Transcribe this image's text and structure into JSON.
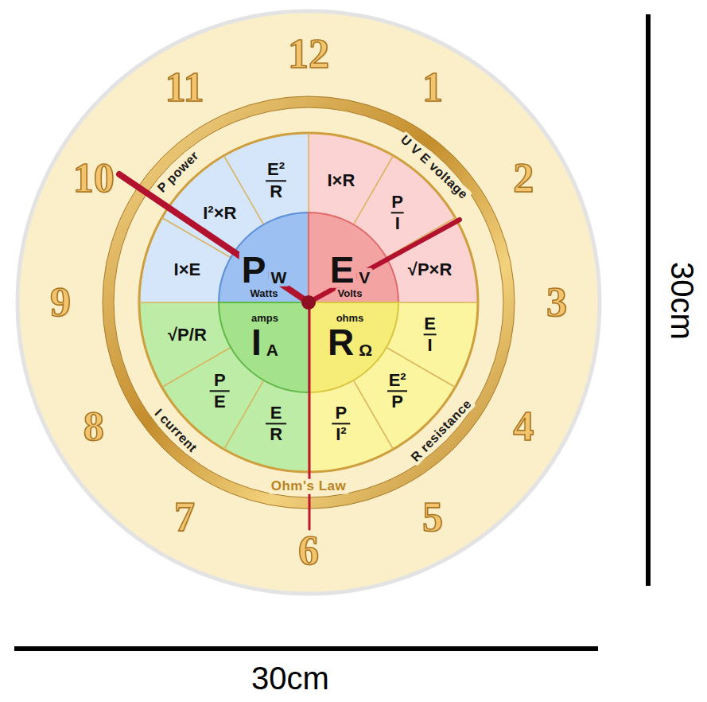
{
  "diagram": {
    "nodes": [
      {
        "text": [
          "E²",
          "R"
        ]
      },
      {
        "text": [
          "I×R"
        ]
      },
      {
        "text": [
          "I²×R"
        ]
      },
      {
        "text": [
          "P",
          "I"
        ]
      },
      {
        "text": [
          "I×E"
        ]
      },
      {
        "text": [
          "P",
          "W",
          "Watts"
        ]
      },
      {
        "text": [
          "E",
          "V",
          "Volts"
        ]
      },
      {
        "text": [
          "√P×R"
        ]
      },
      {
        "text": [
          "√P/R"
        ]
      },
      {
        "text": [
          "amps",
          "I",
          "A"
        ]
      },
      {
        "text": [
          "ohms",
          "R",
          "Ω"
        ]
      },
      {
        "text": [
          "E",
          "I"
        ]
      },
      {
        "text": [
          "P",
          "E"
        ]
      },
      {
        "text": [
          "E²",
          "P"
        ]
      },
      {
        "text": [
          "E",
          "R"
        ]
      },
      {
        "text": [
          "P",
          "I²"
        ]
      }
    ],
    "labels": [
      "12",
      "1",
      "2",
      "3",
      "4",
      "5",
      "6",
      "7",
      "8",
      "9",
      "10",
      "11",
      "P power",
      "U V E voltage",
      "I current",
      "R resistance",
      "Ohm's Law",
      "30cm",
      "30cm"
    ]
  }
}
